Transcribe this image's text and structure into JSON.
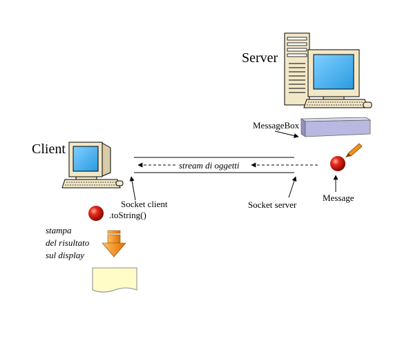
{
  "server": {
    "title": "Server"
  },
  "client": {
    "title": "Client"
  },
  "labels": {
    "message_box": "MessageBox",
    "stream": "stream di oggetti",
    "socket_server": "Socket server",
    "socket_client": "Socket client",
    "to_string": ".toString()",
    "message": "Message",
    "print_line1": "stampa",
    "print_line2": "del risultato",
    "print_line3": "sul display"
  },
  "colors": {
    "computer_beige": "#F2E8C8",
    "screen_blue": "#4FB6F0",
    "message_box": "#B8B8E0",
    "message_ball": "#D81C0C",
    "down_arrow": "#F0901C",
    "document": "#FFFCC8"
  },
  "icons": [
    "server-computer-icon",
    "client-computer-icon",
    "message-box-icon",
    "message-ball-icon",
    "result-ball-icon",
    "down-arrow-icon",
    "document-icon",
    "pencil-arrow-icon"
  ]
}
